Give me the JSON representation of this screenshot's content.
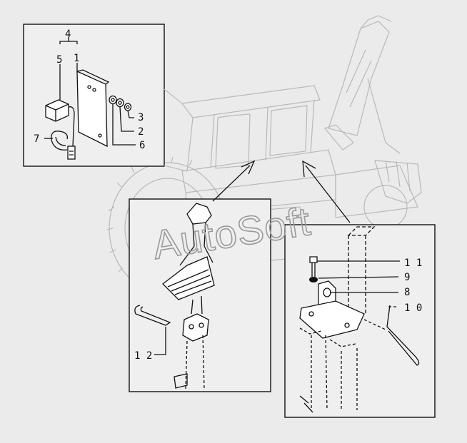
{
  "watermark": "AutoSoft",
  "callouts": {
    "p4": "4",
    "p5": "5",
    "p1": "1",
    "p3": "3",
    "p2": "2",
    "p6": "6",
    "p7": "7",
    "p12": "1 2",
    "p11": "1 1",
    "p9": "9",
    "p8": "8",
    "p10": "1 0"
  },
  "colors": {
    "background": "#ebebeb",
    "ink": "#111111",
    "ghost": "#b9b9b9"
  }
}
